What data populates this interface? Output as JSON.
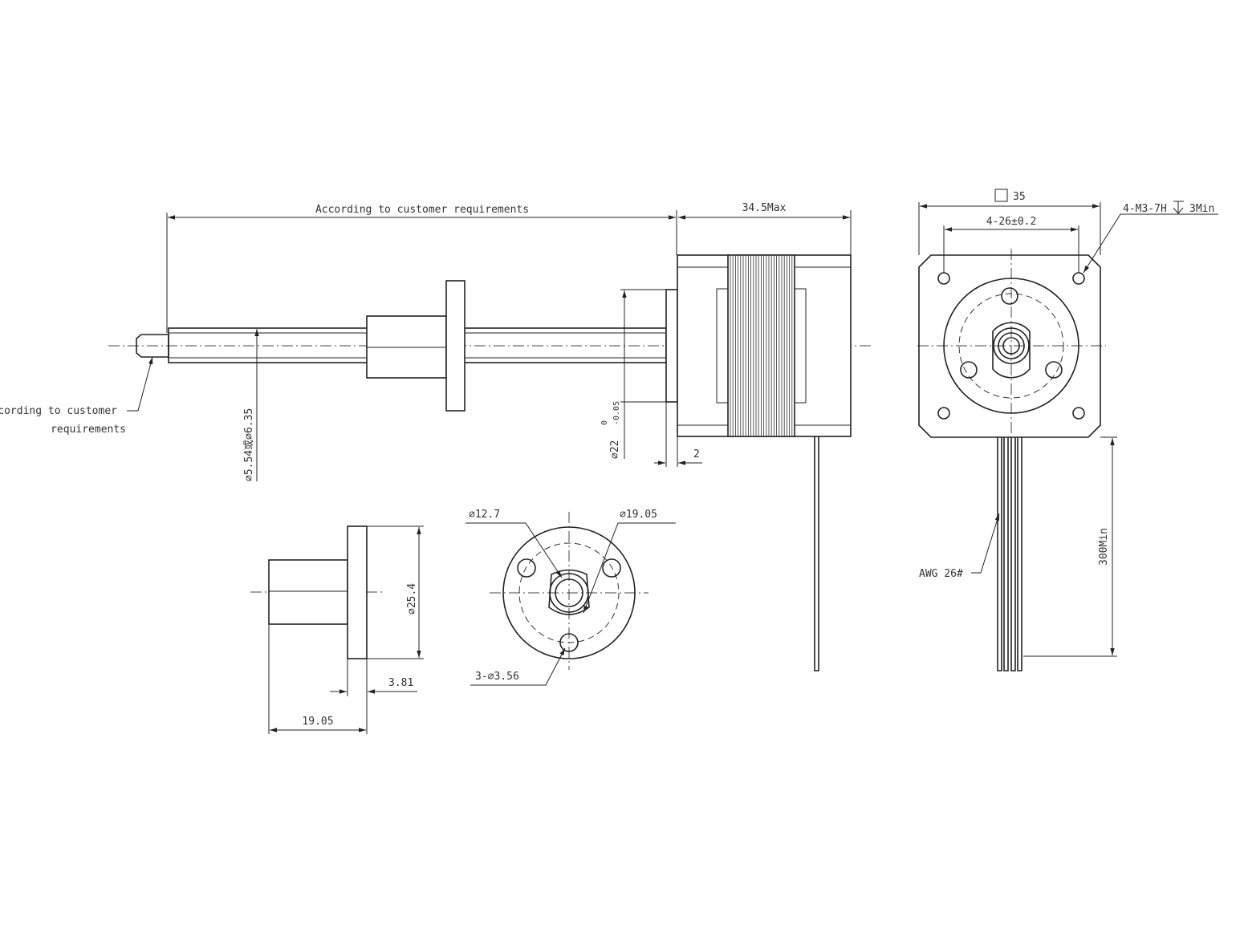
{
  "labels": {
    "shaft_length": "According to customer requirements",
    "motor_length": "34.5Max",
    "shaft_tip_note_line1": "According to customer",
    "shaft_tip_note_line2": "requirements",
    "shaft_diameter": "∅5.54或∅6.35",
    "boss_diameter": "∅22",
    "boss_tol_upper": "0",
    "boss_tol_lower": "-0.05",
    "boss_height": "2",
    "frame_size": "35",
    "hole_spacing": "4-26±0.2",
    "thread_note": "4-M3-7H",
    "thread_depth": "3Min",
    "wire_gauge": "AWG 26#",
    "lead_length": "300Min",
    "nut_inner_dia": "∅12.7",
    "nut_bcd": "∅19.05",
    "nut_holes": "3-∅3.56",
    "nut_flange_dia": "∅25.4",
    "nut_flange_thick": "3.81",
    "nut_length": "19.05"
  },
  "colors": {
    "line": "#222222",
    "text": "#333333",
    "background": "#ffffff"
  }
}
